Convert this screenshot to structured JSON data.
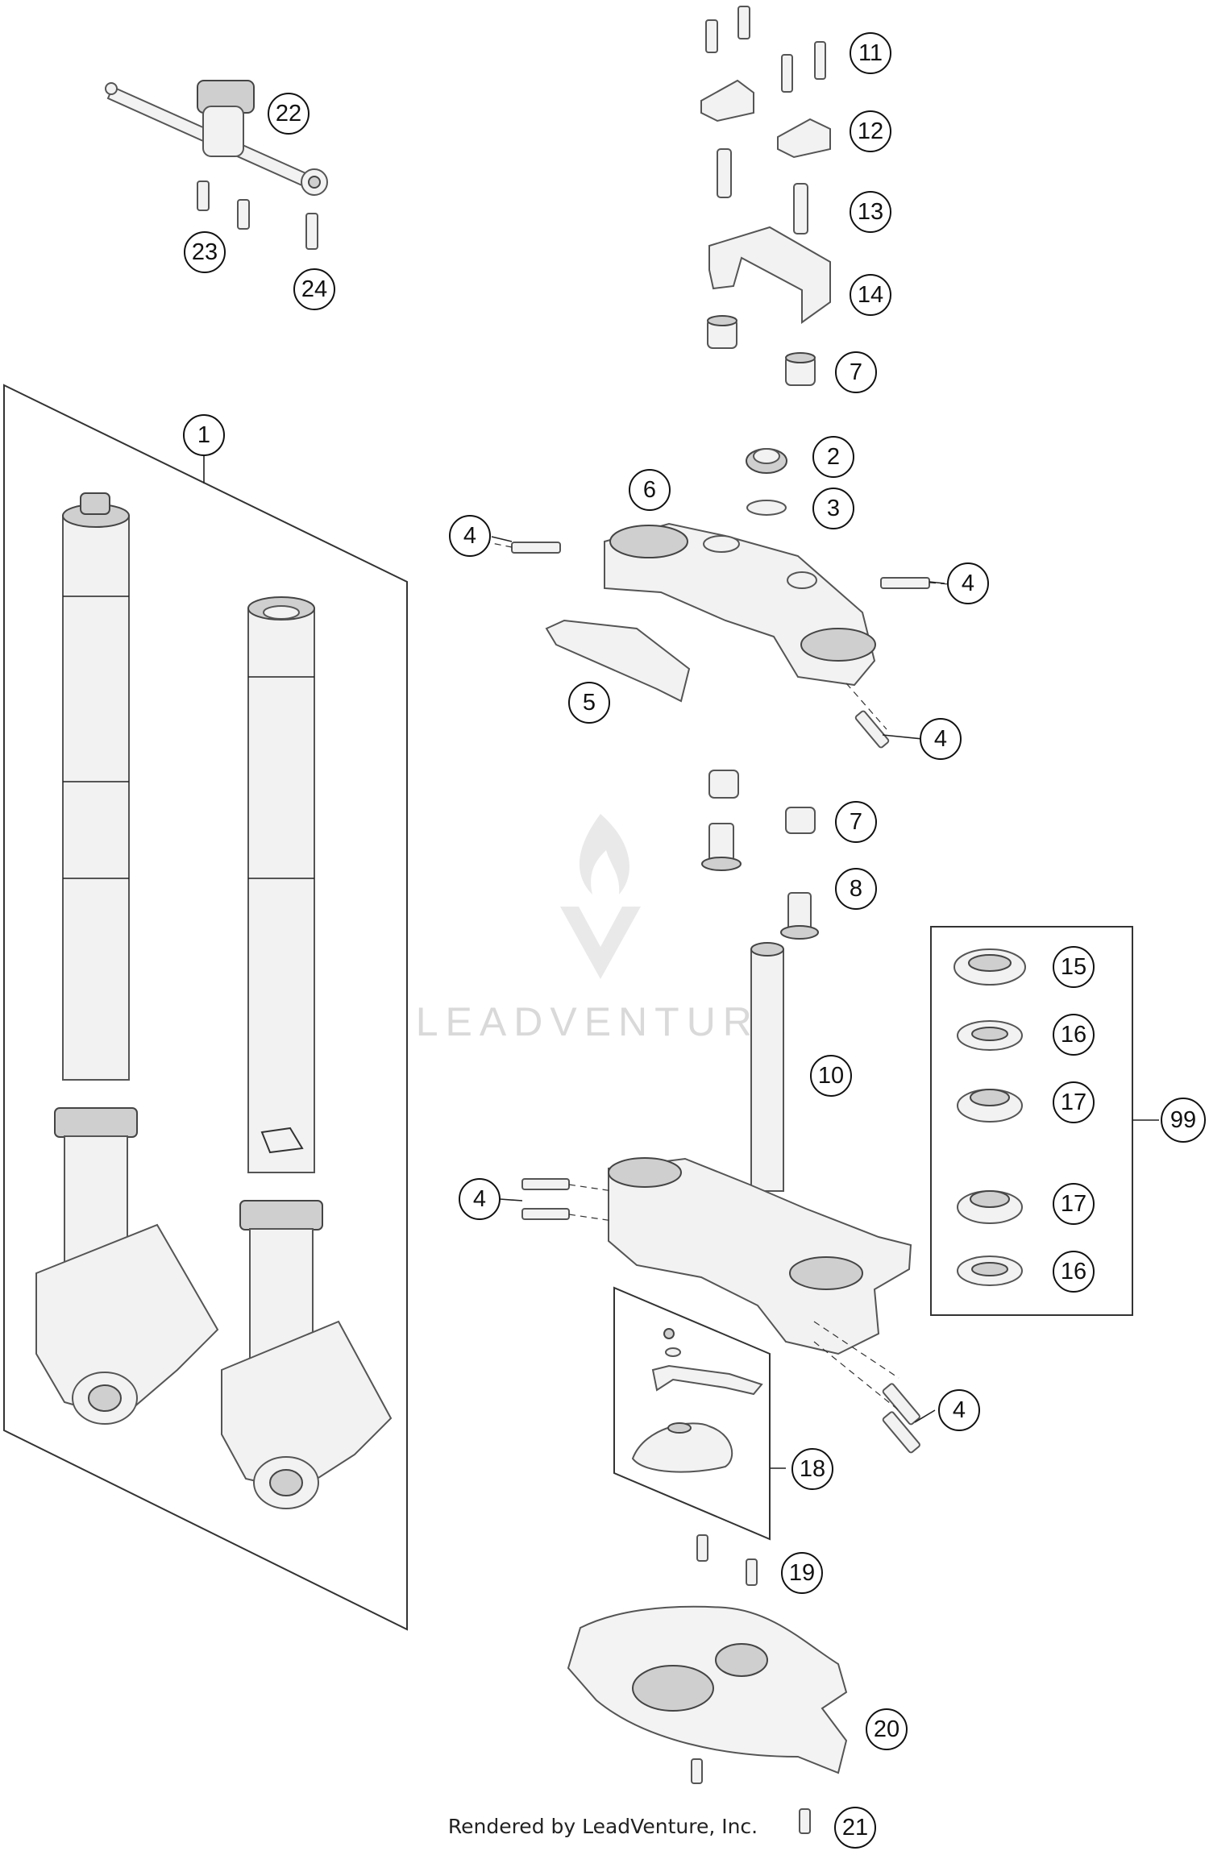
{
  "watermark": {
    "text": "LEADVENTURE"
  },
  "credit": "Rendered by LeadVenture, Inc.",
  "callouts": {
    "c1": "1",
    "c2": "2",
    "c3": "3",
    "c4a": "4",
    "c4b": "4",
    "c4c": "4",
    "c4d": "4",
    "c4e": "4",
    "c5": "5",
    "c6": "6",
    "c7a": "7",
    "c7b": "7",
    "c8": "8",
    "c10": "10",
    "c11": "11",
    "c12": "12",
    "c13": "13",
    "c14": "14",
    "c15": "15",
    "c16a": "16",
    "c16b": "16",
    "c17a": "17",
    "c17b": "17",
    "c18": "18",
    "c19": "19",
    "c20": "20",
    "c21": "21",
    "c22": "22",
    "c23": "23",
    "c24": "24",
    "c99": "99"
  }
}
